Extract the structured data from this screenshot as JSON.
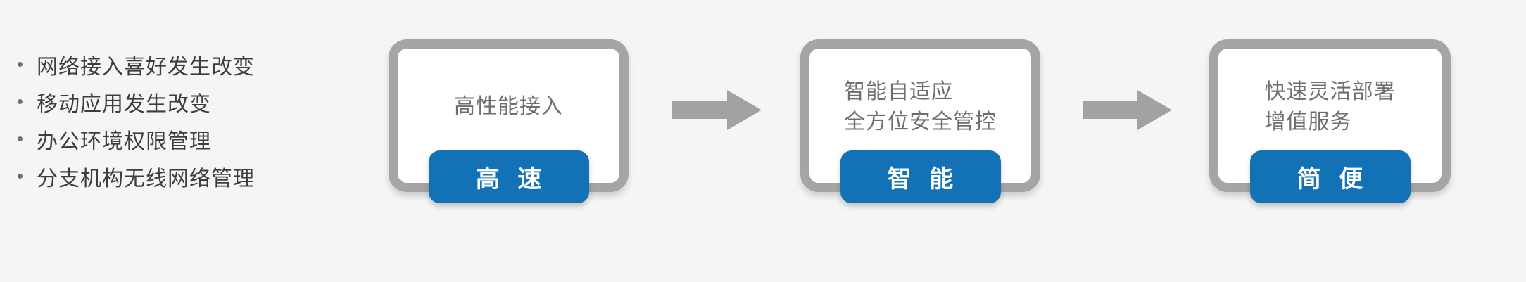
{
  "colors": {
    "background": "#f5f5f6",
    "accent_blue": "#1272b5",
    "border_gray": "#a5a5a5",
    "arrow_gray": "#a2a2a2",
    "list_text": "#3d3d3d",
    "box_text": "#6e6e6e"
  },
  "pain_points": {
    "items": [
      "网络接入喜好发生改变",
      "移动应用发生改变",
      "办公环境权限管理",
      "分支机构无线网络管理"
    ]
  },
  "flow": {
    "steps": [
      {
        "lines": [
          "高性能接入"
        ],
        "badge": "高 速"
      },
      {
        "lines": [
          "智能自适应",
          "全方位安全管控"
        ],
        "badge": "智 能"
      },
      {
        "lines": [
          "快速灵活部署",
          "增值服务"
        ],
        "badge": "简 便"
      }
    ],
    "arrow_icon": "right-arrow"
  }
}
